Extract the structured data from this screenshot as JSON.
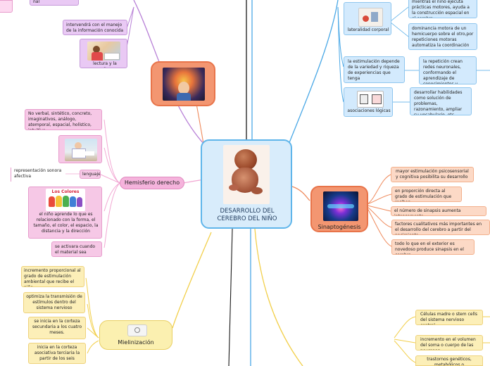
{
  "center": {
    "title": "DESARROLLO DEL CEREBRO DEL NIÑO"
  },
  "top_left": {
    "fragment": "nal",
    "info": "intervendrá con el manejo de la información conocida",
    "reading": "lectura y la escritura."
  },
  "right_branch": {
    "practice": "mientras el niño ejecuta prácticas motores, ayuda a la construcción espacial en el cerebro.",
    "laterality": "lateralidad corporal",
    "dominance": "dominancia motora de un hemicuerpo sobre el otro,por repeticiones motoras automatiza la coordinación",
    "stimulation": "la estimulación depende de la variedad y riqueza de experiencias que tenga",
    "networks": "la repetición crean redes neuronales, conformando el aprendizaje de conocimientos y hábitos",
    "associations": "asociaciones lógicas",
    "skills": "desarrollar habilidades como solución de problemas, razonamiento, ampliar su vocabulario, etc."
  },
  "hemisferio": {
    "label": "Hemisferio derecho",
    "desc": "No verbal, sintético, concreto, imaginativos, análogo, atemporal, espacial, holístico, intuitivo",
    "language": "lenguaje",
    "representation": "representación sonora afectiva",
    "colors_img_text": "Los Colores",
    "learning": "el niño aprende lo que es relacionado con la forma, el tamaño, el color, el espacio, la distancia y la dirección",
    "activates": "se activara cuando el material sea nuevo"
  },
  "sinaptogenesis": {
    "label": "Sinaptogénesis",
    "items": [
      "mayor estimulación psicosensorial y cognitiva posibilita su desarrollo",
      "en proporción directa al grado de estimulación que reciben",
      "el número de sinapsis aumenta intensamente.",
      "factores cualitativos más importantes en el desarrollo del cerebro a partir del nacimiento.",
      "todo lo que en el exterior es novedoso produce sinapsis en el cerebro"
    ]
  },
  "mielinizacion": {
    "label": "Mielinización",
    "items": [
      "incremento proporcional al grado de estimulación ambiental que recibe el niño",
      "optimiza la transmisión de estímulos dentro del sistema nervioso",
      "se inicia en la corteza secundaria a los cuatro meses.",
      "inicia en la corteza asociativa terciaria la partir de los seis"
    ]
  },
  "bottom_right": {
    "items": [
      "Células madre o stem cells del sistema nervioso central",
      "incremento en el volumen del soma o cuerpo de las neuronas",
      "trastornos genéticos, metabólicos o nutricionales"
    ]
  },
  "colors": {
    "hemisferio": "#f2a7d3",
    "sinapto": "#ef8a5c",
    "mielin": "#f2cf4a",
    "blue": "#4aa8e6",
    "violet": "#b77fd6"
  },
  "icons": {
    "mielin_image": "camera-icon"
  }
}
